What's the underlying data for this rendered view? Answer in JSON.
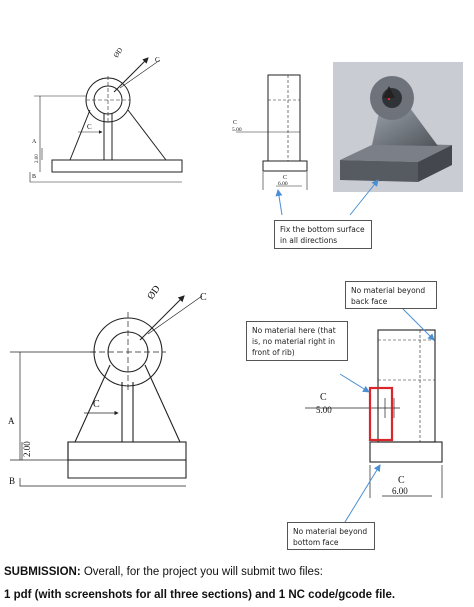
{
  "drawing": {
    "dims": {
      "diameter": "ØD",
      "c": "C",
      "a": "A",
      "b": "B",
      "height_200": "2.00",
      "width_500": "5.00",
      "width_600": "6.00"
    }
  },
  "notes": {
    "fix_bottom": [
      "Fix the bottom surface",
      "in all directions"
    ],
    "no_material_back": [
      "No material beyond",
      "back face"
    ],
    "no_material_here": [
      "No material here (that",
      "is, no material right in",
      "front of rib)"
    ],
    "no_material_bottom": [
      "No material beyond",
      "bottom face"
    ]
  },
  "submission": {
    "label": "SUBMISSION:",
    "text": " Overall, for the project you will submit two files:",
    "files": "1 pdf (with screenshots for all three sections) and 1 NC code/gcode file."
  },
  "colors": {
    "highlight": "#d9262a",
    "arrow": "#4a8fd4",
    "render_body": "#6e737b"
  }
}
